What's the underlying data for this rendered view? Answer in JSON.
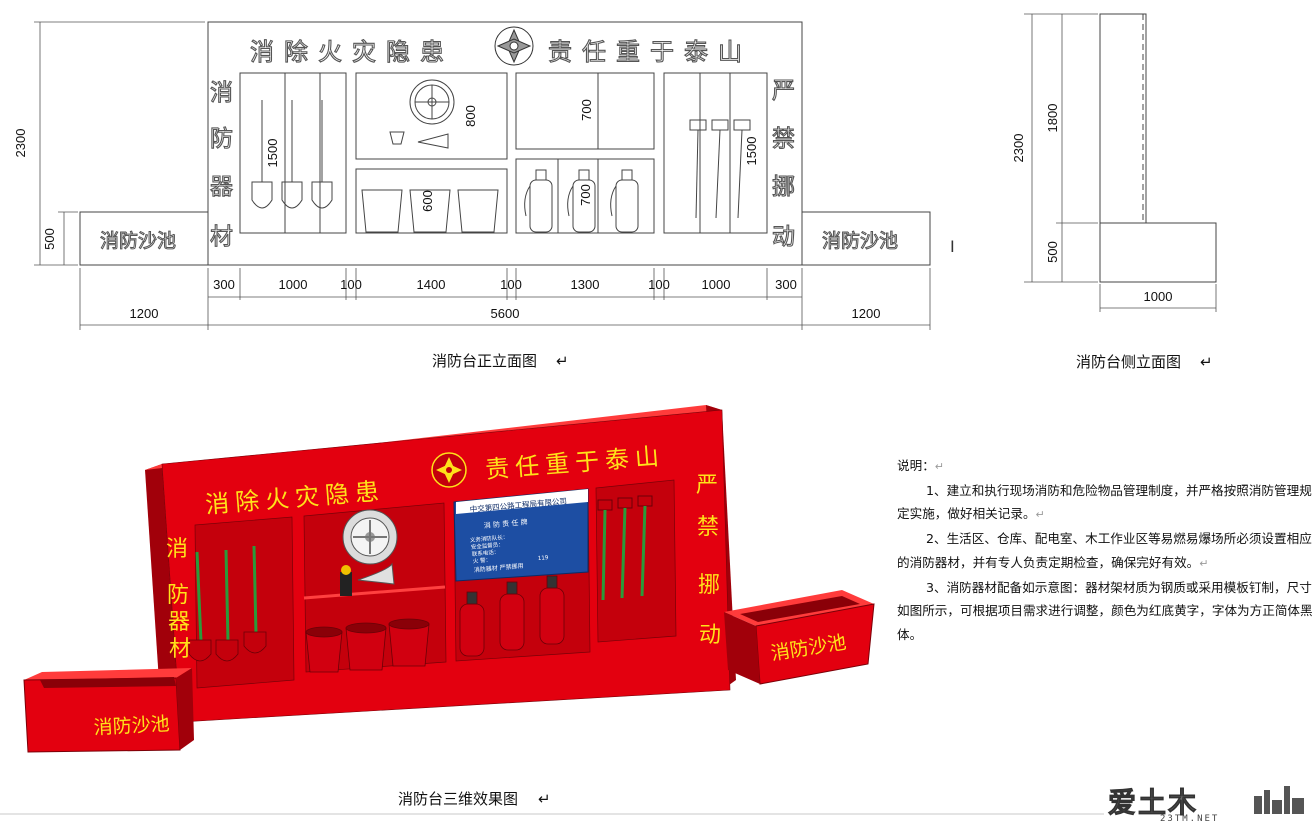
{
  "front_elevation": {
    "caption": "消防台正立面图",
    "slogan_left": "消除火灾隐患",
    "slogan_right": "责任重于泰山",
    "side_text_left": "消防器材",
    "side_text_right": "严禁挪动",
    "sand_pool_label": "消防沙池",
    "dims_top": [
      "300",
      "1000",
      "100",
      "1400",
      "100",
      "1300",
      "100",
      "1000",
      "300"
    ],
    "dims_bottom": [
      "1200",
      "5600",
      "1200"
    ],
    "height_total": "2300",
    "height_sand": "500",
    "inner_dims": [
      "1500",
      "800",
      "600",
      "700",
      "700",
      "1500"
    ]
  },
  "side_elevation": {
    "caption": "消防台侧立面图",
    "height_total": "2300",
    "height_upper": "1800",
    "height_lower": "500",
    "width": "1000"
  },
  "view_3d": {
    "caption": "消防台三维效果图",
    "slogan_left": "消除火灾隐患",
    "slogan_right": "责任重于泰山",
    "side_text_left": "消防器材",
    "side_text_right": "严禁挪动",
    "sand_pool_label": "消防沙池",
    "board": {
      "company": "中交第四公路工程局有限公司",
      "title": "消 防 责 任 牌",
      "rows": [
        "义务消防队长：",
        "安全监督员：",
        "联系电话：",
        "火 警："
      ],
      "fire_number": "119",
      "footer": "消防器材 严禁挪用"
    }
  },
  "notes": {
    "heading": "说明：",
    "items": [
      "1、建立和执行现场消防和危险物品管理制度，并严格按照消防管理规定实施，做好相关记录。",
      "2、生活区、仓库、配电室、木工作业区等易燃易爆场所必须设置相应的消防器材，并有专人负责定期检查，确保完好有效。",
      "3、消防器材配备如示意图：器材架材质为钢质或采用模板钉制，尺寸如图所示，可根据项目需求进行调整，颜色为红底黄字，字体为方正简体黑体。"
    ]
  },
  "watermark": {
    "brand": "爱土木",
    "url": "23TM.NET"
  },
  "colors": {
    "red_front": "#e3000f",
    "red_side": "#a1000a",
    "red_top": "#ff3b3b",
    "yellow_text": "#ffe21a",
    "board_blue": "#1d4ea3"
  }
}
